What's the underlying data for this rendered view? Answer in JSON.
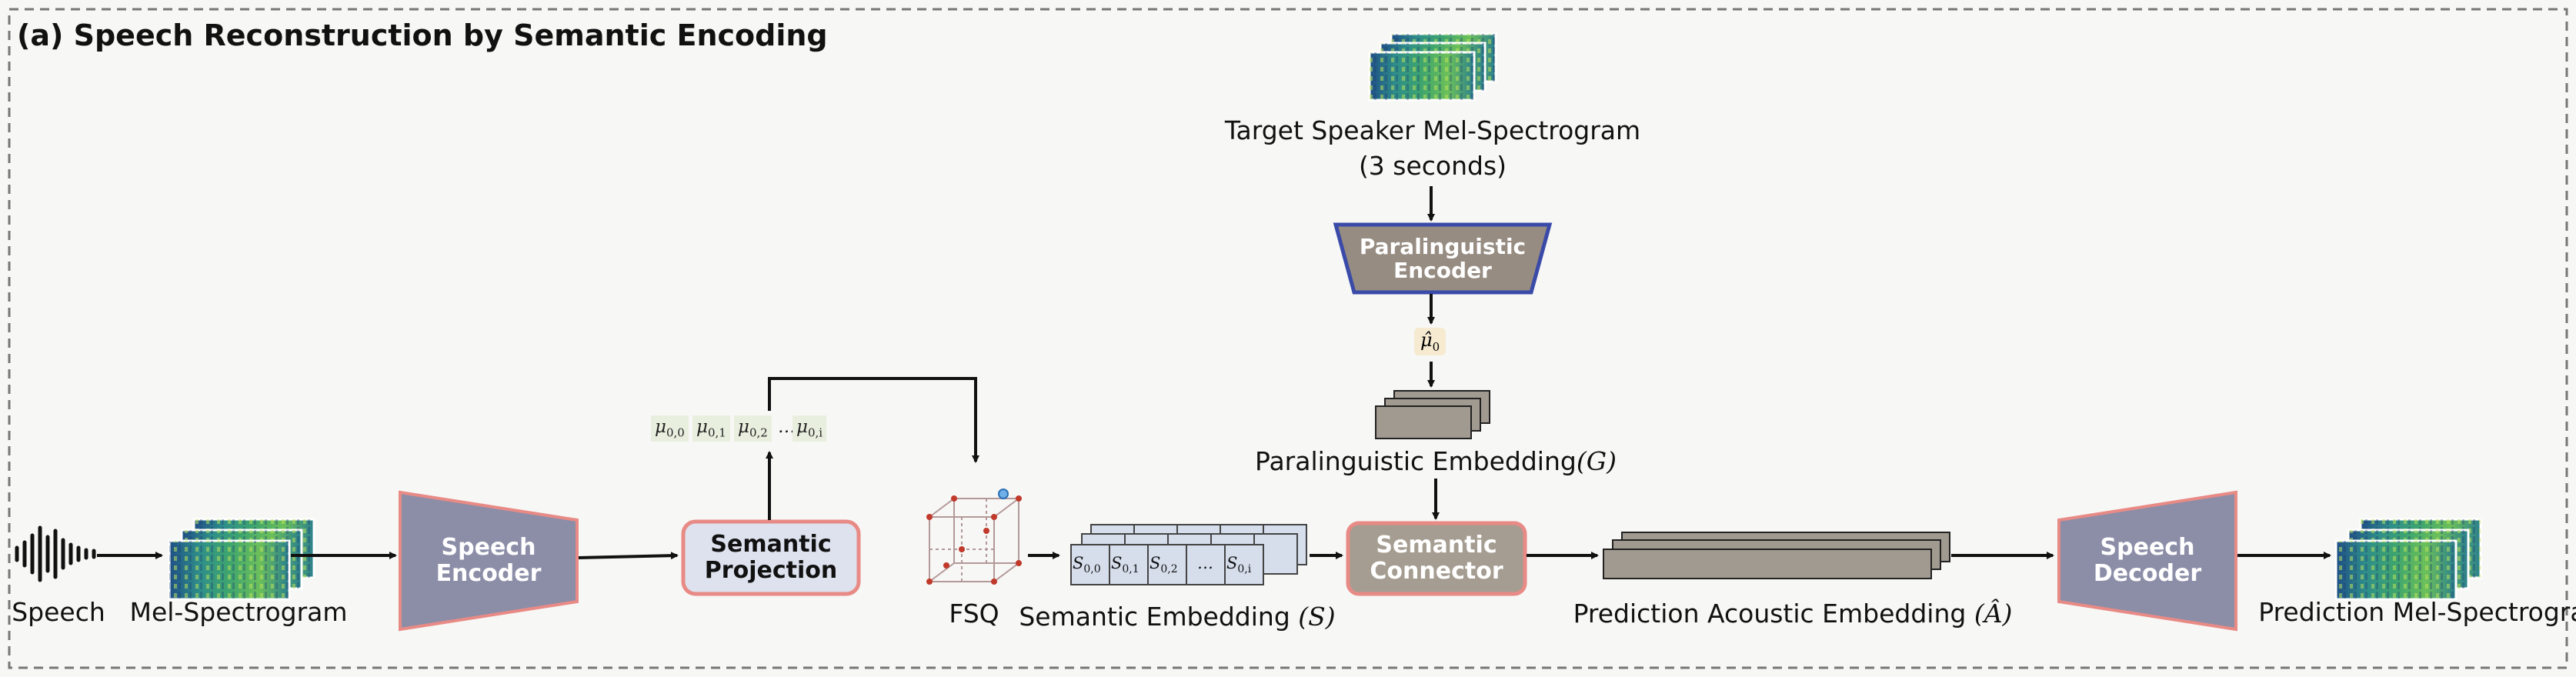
{
  "title": "(a) Speech Reconstruction by Semantic Encoding",
  "labels": {
    "speech": "Speech",
    "mel": "Mel-Spectrogram",
    "target_l1": "Target Speaker Mel-Spectrogram",
    "target_l2": "(3 seconds)",
    "fsq": "FSQ",
    "sem_emb": "Semantic Embedding",
    "sem_emb_sym": "(S)",
    "para_emb": "Paralinguistic Embedding",
    "para_emb_sym": "(G)",
    "pred_ac": "Prediction Acoustic Embedding",
    "pred_ac_sym": "(Â)",
    "pred_mel": "Prediction Mel-Spectrogram"
  },
  "blocks": {
    "speech_encoder": [
      "Speech",
      "Encoder"
    ],
    "semantic_projection": [
      "Semantic",
      "Projection"
    ],
    "paralinguistic_encoder": [
      "Paralinguistic",
      "Encoder"
    ],
    "semantic_connector": [
      "Semantic",
      "Connector"
    ],
    "speech_decoder": [
      "Speech",
      "Decoder"
    ]
  },
  "mu_tokens": [
    {
      "base": "μ",
      "sub": "0,0"
    },
    {
      "base": "μ",
      "sub": "0,1"
    },
    {
      "base": "μ",
      "sub": "0,2"
    },
    {
      "base": "…",
      "sub": ""
    },
    {
      "base": "μ",
      "sub": "0,i"
    }
  ],
  "mu_hat": {
    "base": "μ̂",
    "sub": "0"
  },
  "s_tokens": [
    {
      "base": "S",
      "sub": "0,0"
    },
    {
      "base": "S",
      "sub": "0,1"
    },
    {
      "base": "S",
      "sub": "0,2"
    },
    {
      "base": "…",
      "sub": ""
    },
    {
      "base": "S",
      "sub": "0,i"
    }
  ],
  "colors": {
    "encoder_fill": "#8c8ea8",
    "projection_fill": "#dde2ee",
    "projection_border": "#e88a85",
    "connector_fill": "#a59d91",
    "para_fill": "#968c82",
    "para_border": "#3a4aa8",
    "embedding_fill": "#a19a90",
    "sem_cell_fill": "#d6deec"
  }
}
